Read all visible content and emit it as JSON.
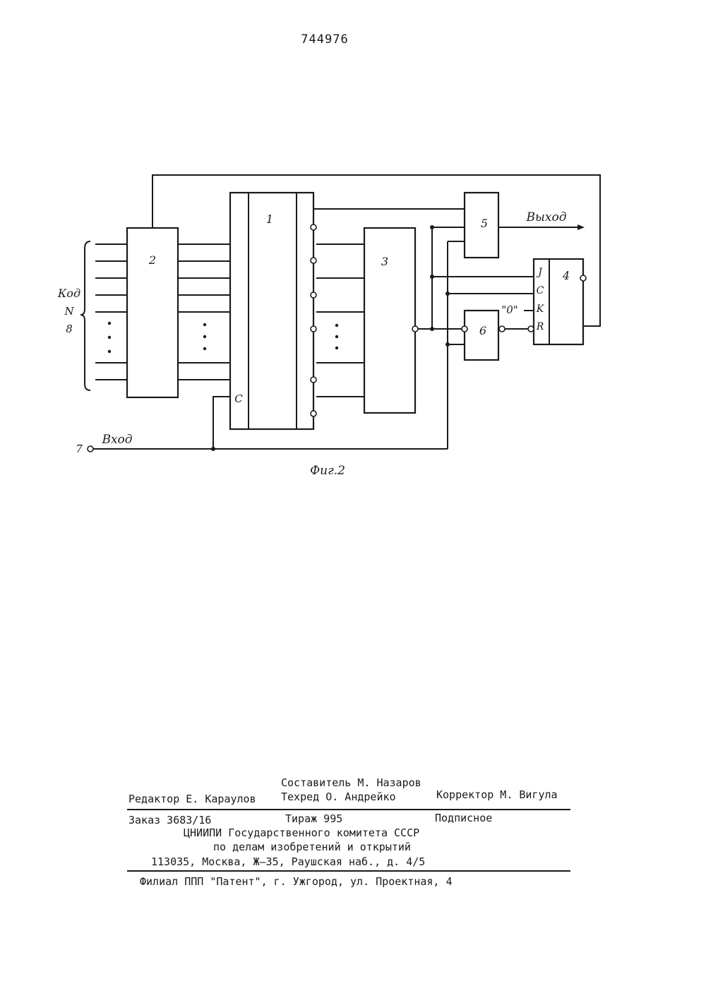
{
  "page_number": "744976",
  "figure": {
    "caption": "Фиг.2",
    "blocks": {
      "b1": "1",
      "b2": "2",
      "b3": "3",
      "b4": "4",
      "b5": "5",
      "b6": "6"
    },
    "clock_label": "C",
    "ff_pins": {
      "j": "J",
      "c": "C",
      "k": "K",
      "r": "R"
    },
    "input_label": "Вход",
    "input_number": "7",
    "output_label": "Выход",
    "code_label_1": "Код",
    "code_label_2": "N",
    "code_number": "8",
    "zero_label": "\"0\""
  },
  "footer": {
    "composer": "Составитель М. Назаров",
    "editor": "Редактор Е. Караулов",
    "techred": "Техред О. Андрейко",
    "corrector": "Корректор М. Вигула",
    "order": "Заказ 3683/16",
    "circulation": "Тираж 995",
    "subscription": "Подписное",
    "org_1": "ЦНИИПИ Государственного комитета СССР",
    "org_2": "по делам изобретений и открытий",
    "address": "113035, Москва, Ж–35, Раушская наб., д. 4/5",
    "branch": "Филиал ППП \"Патент\", г. Ужгород, ул. Проектная, 4"
  }
}
